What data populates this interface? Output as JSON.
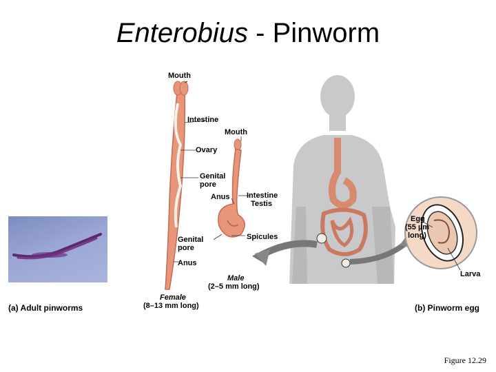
{
  "title": {
    "genus": "Enterobius",
    "rest": " - Pinworm"
  },
  "panel_a": {
    "letter": "(a)",
    "caption": " Adult pinworms"
  },
  "panel_b": {
    "letter": "(b)",
    "caption": " Pinworm egg"
  },
  "female": {
    "labels": {
      "mouth": "Mouth",
      "intestine": "Intestine",
      "ovary": "Ovary",
      "genital_pore_1": "Genital",
      "genital_pore_2": "pore",
      "anus": "Anus"
    },
    "name": "Female",
    "size": "(8–13 mm long)"
  },
  "male": {
    "labels": {
      "mouth": "Mouth",
      "intestine": "Intestine",
      "testis": "Testis",
      "anus": "Anus",
      "genital_pore_1": "Genital",
      "genital_pore_2": "pore",
      "spicules": "Spicules"
    },
    "name": "Male",
    "size": "(2–5 mm long)"
  },
  "egg": {
    "label_1": "Egg",
    "label_2": "(55 µm",
    "label_3": "long)",
    "larva": "Larva"
  },
  "figure_ref": "Figure 12.29",
  "colors": {
    "worm": "#e8967a",
    "worm_dark": "#c56a52",
    "body": "#c9c9cb",
    "body_shade": "#a9a9ad",
    "stomach": "#d88a6e",
    "egg_bg": "#f3d9c6"
  }
}
